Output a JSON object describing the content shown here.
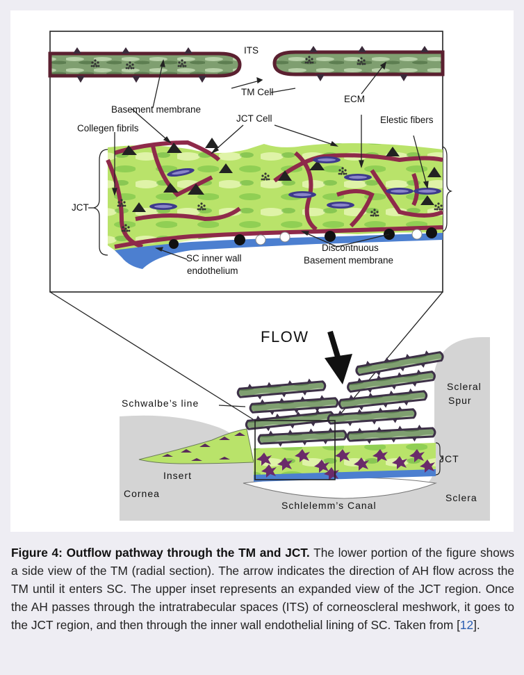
{
  "figure": {
    "labels": {
      "its": "ITS",
      "tm_cell": "TM Cell",
      "ecm": "ECM",
      "basement_membrane": "Basement membrane",
      "jct_cell": "JCT  Cell",
      "collagen_fibrils": "Collegen fibrils",
      "elastic_fibers": "Elestic fibers",
      "jct_inset": "JCT",
      "sc_inner_wall_1": "SC inner wall",
      "sc_inner_wall_2": "endothelium",
      "disc_bm_1": "Discontnuous",
      "disc_bm_2": "Basement  membrane",
      "flow": "FLOW",
      "schwalbe": "Schwalbe’s line",
      "scleral_1": "Scleral",
      "scleral_2": "Spur",
      "jct_lower": "JCT",
      "insert": "Insert",
      "cornea": "Cornea",
      "sclera": "Sclera",
      "canal": "Schlelemm’s Canal"
    }
  },
  "caption": {
    "title": "Figure 4: Outflow pathway through the TM and JCT.",
    "body": " The lower portion of the figure shows a side view of the TM (radial section). The arrow indicates the direction of AH flow across the TM until it enters SC. The upper inset represents an expanded view of the JCT region. Once the AH passes through the intratrabecular spaces (ITS) of corneoscleral meshwork, it goes to the JCT region, and then through the inner wall endothelial lining of SC. Taken from [",
    "ref": "12",
    "end": "]."
  }
}
